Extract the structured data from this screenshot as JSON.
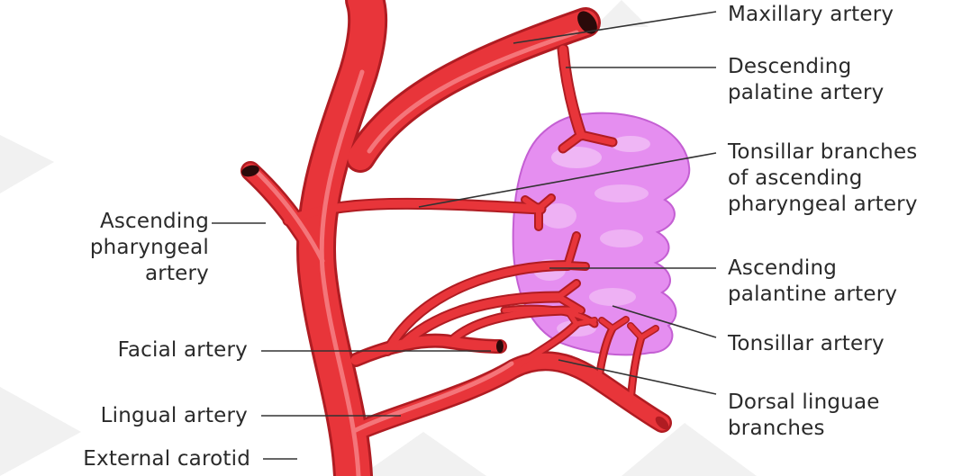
{
  "labels": {
    "maxillary": "Maxillary artery",
    "descending_1": "Descending",
    "descending_2": "palatine artery",
    "tonsillar_branches_1": "Tonsillar branches",
    "tonsillar_branches_2": "of ascending",
    "tonsillar_branches_3": "pharyngeal artery",
    "ascending_pharyngeal_1": "Ascending",
    "ascending_pharyngeal_2": "pharyngeal",
    "ascending_pharyngeal_3": "artery",
    "ascending_palantine_1": "Ascending",
    "ascending_palantine_2": "palantine artery",
    "tonsillar_artery": "Tonsillar artery",
    "facial_artery": "Facial artery",
    "dorsal_1": "Dorsal linguae",
    "dorsal_2": "branches",
    "lingual_artery": "Lingual artery",
    "external_carotid": "External carotid"
  },
  "colors": {
    "artery_fill": "#e8353a",
    "artery_edge": "#b01c22",
    "artery_highlight": "#f7868a",
    "tonsil_fill": "#e58ef0",
    "tonsil_spot": "#f4c8f7",
    "leader_line": "#333333",
    "watermark": "#f2f2f2"
  }
}
